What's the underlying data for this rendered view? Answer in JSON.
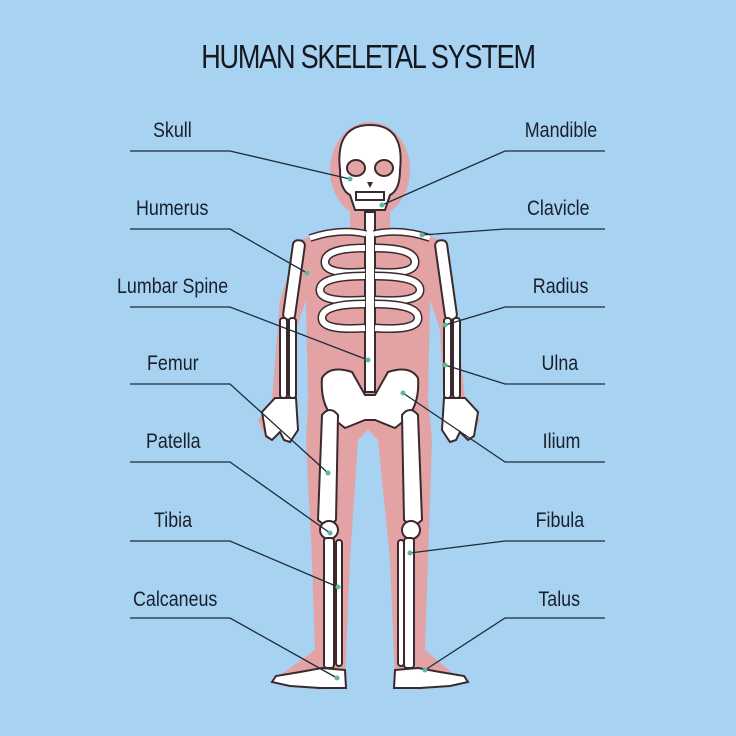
{
  "title": "HUMAN SKELETAL SYSTEM",
  "colors": {
    "background": "#a7d2f2",
    "body_silhouette": "#e3a3a4",
    "bone": "#ffffff",
    "outline": "#3a2a2e",
    "leader_line": "#1e2b3a",
    "marker": "#5bb89a"
  },
  "labels": {
    "left": [
      {
        "text": "Skull"
      },
      {
        "text": "Humerus"
      },
      {
        "text": "Lumbar Spine"
      },
      {
        "text": "Femur"
      },
      {
        "text": "Patella"
      },
      {
        "text": "Tibia"
      },
      {
        "text": "Calcaneus"
      }
    ],
    "right": [
      {
        "text": "Mandible"
      },
      {
        "text": "Clavicle"
      },
      {
        "text": "Radius"
      },
      {
        "text": "Ulna"
      },
      {
        "text": "Ilium"
      },
      {
        "text": "Fibula"
      },
      {
        "text": "Talus"
      }
    ]
  }
}
